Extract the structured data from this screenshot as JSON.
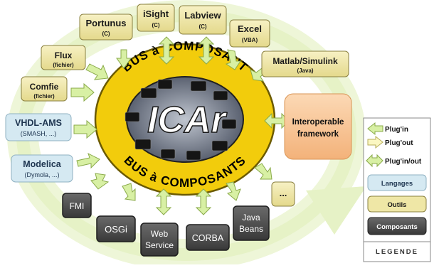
{
  "center": {
    "logo_text": "ICAr",
    "ring_top": "BUS à COMPOSANT",
    "ring_bottom": "BUS à COMPOSANTS"
  },
  "tools": [
    {
      "id": "comfie",
      "name": "Comfie",
      "sub": "(fichier)"
    },
    {
      "id": "flux",
      "name": "Flux",
      "sub": "(fichier)"
    },
    {
      "id": "portunus",
      "name": "Portunus",
      "sub": "(C)"
    },
    {
      "id": "isight",
      "name": "iSight",
      "sub": "(C)"
    },
    {
      "id": "labview",
      "name": "Labview",
      "sub": "(C)"
    },
    {
      "id": "excel",
      "name": "Excel",
      "sub": "(VBA)"
    },
    {
      "id": "matlab",
      "name": "Matlab/Simulink",
      "sub": "(Java)"
    },
    {
      "id": "more",
      "name": "...",
      "sub": ""
    }
  ],
  "languages": [
    {
      "id": "vhdl",
      "name": "VHDL-AMS",
      "sub": "(SMASH, ...)"
    },
    {
      "id": "modelica",
      "name": "Modelica",
      "sub": "(Dymola, ...)"
    }
  ],
  "components": [
    {
      "id": "fmi",
      "line1": "FMI",
      "line2": ""
    },
    {
      "id": "osgi",
      "line1": "OSGi",
      "line2": ""
    },
    {
      "id": "webservice",
      "line1": "Web",
      "line2": "Service"
    },
    {
      "id": "corba",
      "line1": "CORBA",
      "line2": ""
    },
    {
      "id": "javabeans",
      "line1": "Java",
      "line2": "Beans"
    }
  ],
  "framework": {
    "line1": "Interoperable",
    "line2": "framework"
  },
  "legend": {
    "title": "LEGENDE",
    "plugin": "Plug'in",
    "plugout": "Plug'out",
    "pluginout": "Plug'in/out",
    "langages": "Langages",
    "outils": "Outils",
    "composants": "Composants"
  },
  "colors": {
    "tool_fill": "#efe7a6",
    "language_fill": "#d5e9f2",
    "component_fill": "#4a4a4a",
    "arrow_fill": "#d8f0a4",
    "ellipse_fill": "#f2cc0c",
    "framework_fill": "#f8c99a"
  }
}
